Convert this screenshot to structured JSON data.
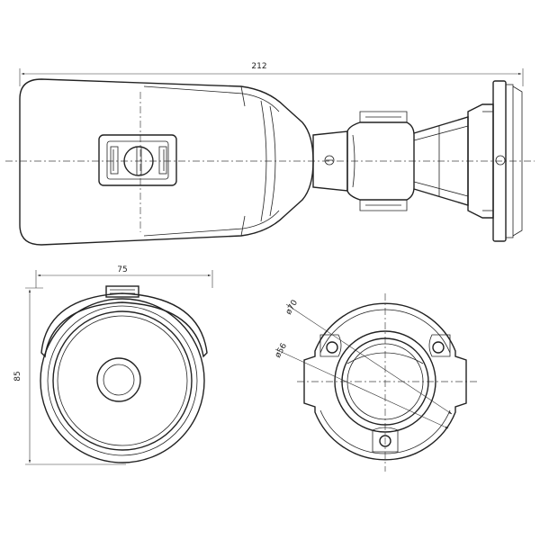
{
  "dimensions": {
    "overall_length": "212",
    "front_width": "75",
    "front_height": "85",
    "base_outer_diameter": "ø70",
    "base_inner_diameter": "ø56"
  }
}
